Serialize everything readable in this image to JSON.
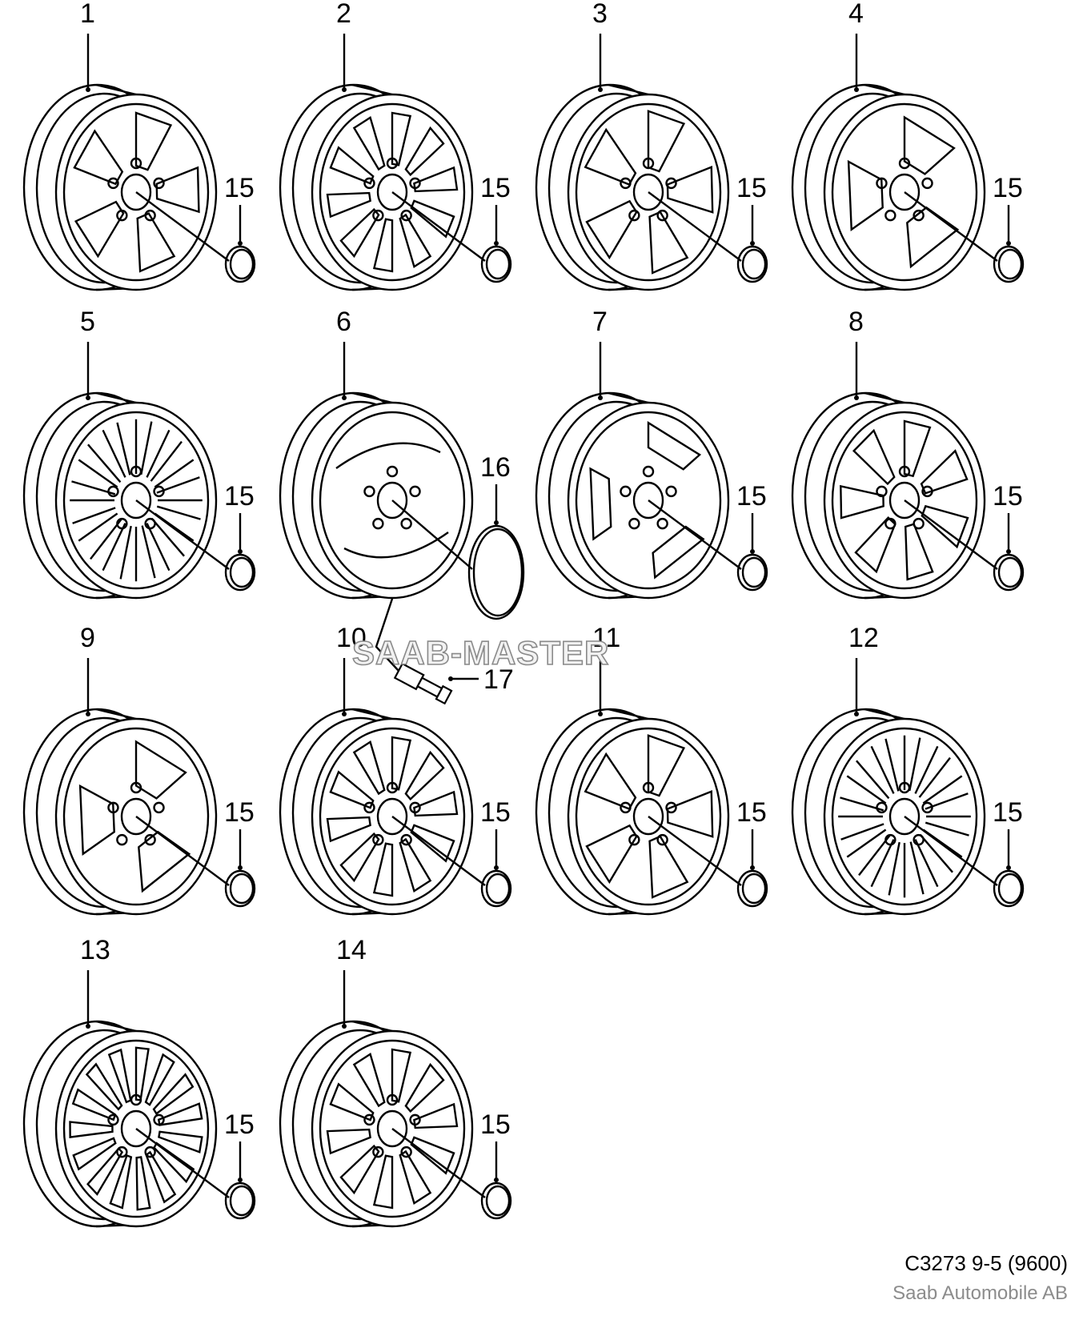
{
  "parts": [
    {
      "number": "1",
      "cap_number": "15",
      "style": "twin5"
    },
    {
      "number": "2",
      "cap_number": "15",
      "style": "ten"
    },
    {
      "number": "3",
      "cap_number": "15",
      "style": "five"
    },
    {
      "number": "4",
      "cap_number": "15",
      "style": "three"
    },
    {
      "number": "5",
      "cap_number": "15",
      "style": "multi"
    },
    {
      "number": "6",
      "cap_number": "16",
      "style": "steel"
    },
    {
      "number": "7",
      "cap_number": "15",
      "style": "disc"
    },
    {
      "number": "8",
      "cap_number": "15",
      "style": "seven"
    },
    {
      "number": "9",
      "cap_number": "15",
      "style": "three"
    },
    {
      "number": "10",
      "cap_number": "15",
      "style": "ten"
    },
    {
      "number": "11",
      "cap_number": "15",
      "style": "five"
    },
    {
      "number": "12",
      "cap_number": "15",
      "style": "multi"
    },
    {
      "number": "13",
      "cap_number": "15",
      "style": "fifteen"
    },
    {
      "number": "14",
      "cap_number": "15",
      "style": "ten"
    }
  ],
  "valve": {
    "number": "17"
  },
  "watermark": "SAAB-MASTER",
  "footer": {
    "code": "C3273 9-5 (9600)",
    "owner": "Saab Automobile AB"
  }
}
